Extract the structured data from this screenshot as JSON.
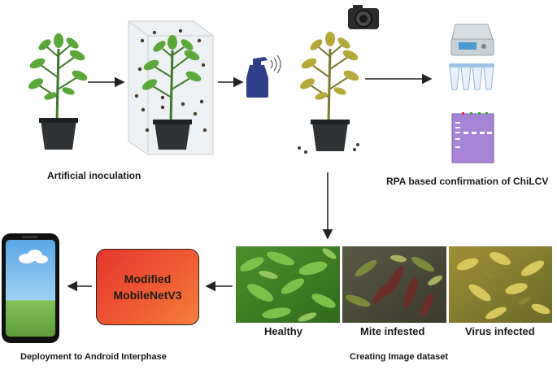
{
  "labels": {
    "artificial_inoculation": "Artificial inoculation",
    "rpa_confirmation": "RPA based confirmation of ChiLCV",
    "deployment": "Deployment to Android Interphase",
    "creating_dataset": "Creating Image dataset"
  },
  "model": {
    "line1": "Modified",
    "line2": "MobileNetV3"
  },
  "dataset": {
    "classes": [
      "Healthy",
      "Mite infested",
      "Virus infected"
    ]
  },
  "colors": {
    "leaf_green": "#5aa83a",
    "leaf_yellow": "#b6a93c",
    "model_box": "#ea4a30",
    "gel": "#a784d6",
    "spray_bottle": "#2f3f8a"
  },
  "icons": [
    "plant-icon",
    "insect-cage-icon",
    "spray-bottle-icon",
    "camera-icon",
    "thermocycler-icon",
    "pcr-tubes-icon",
    "gel-icon",
    "smartphone-icon"
  ]
}
